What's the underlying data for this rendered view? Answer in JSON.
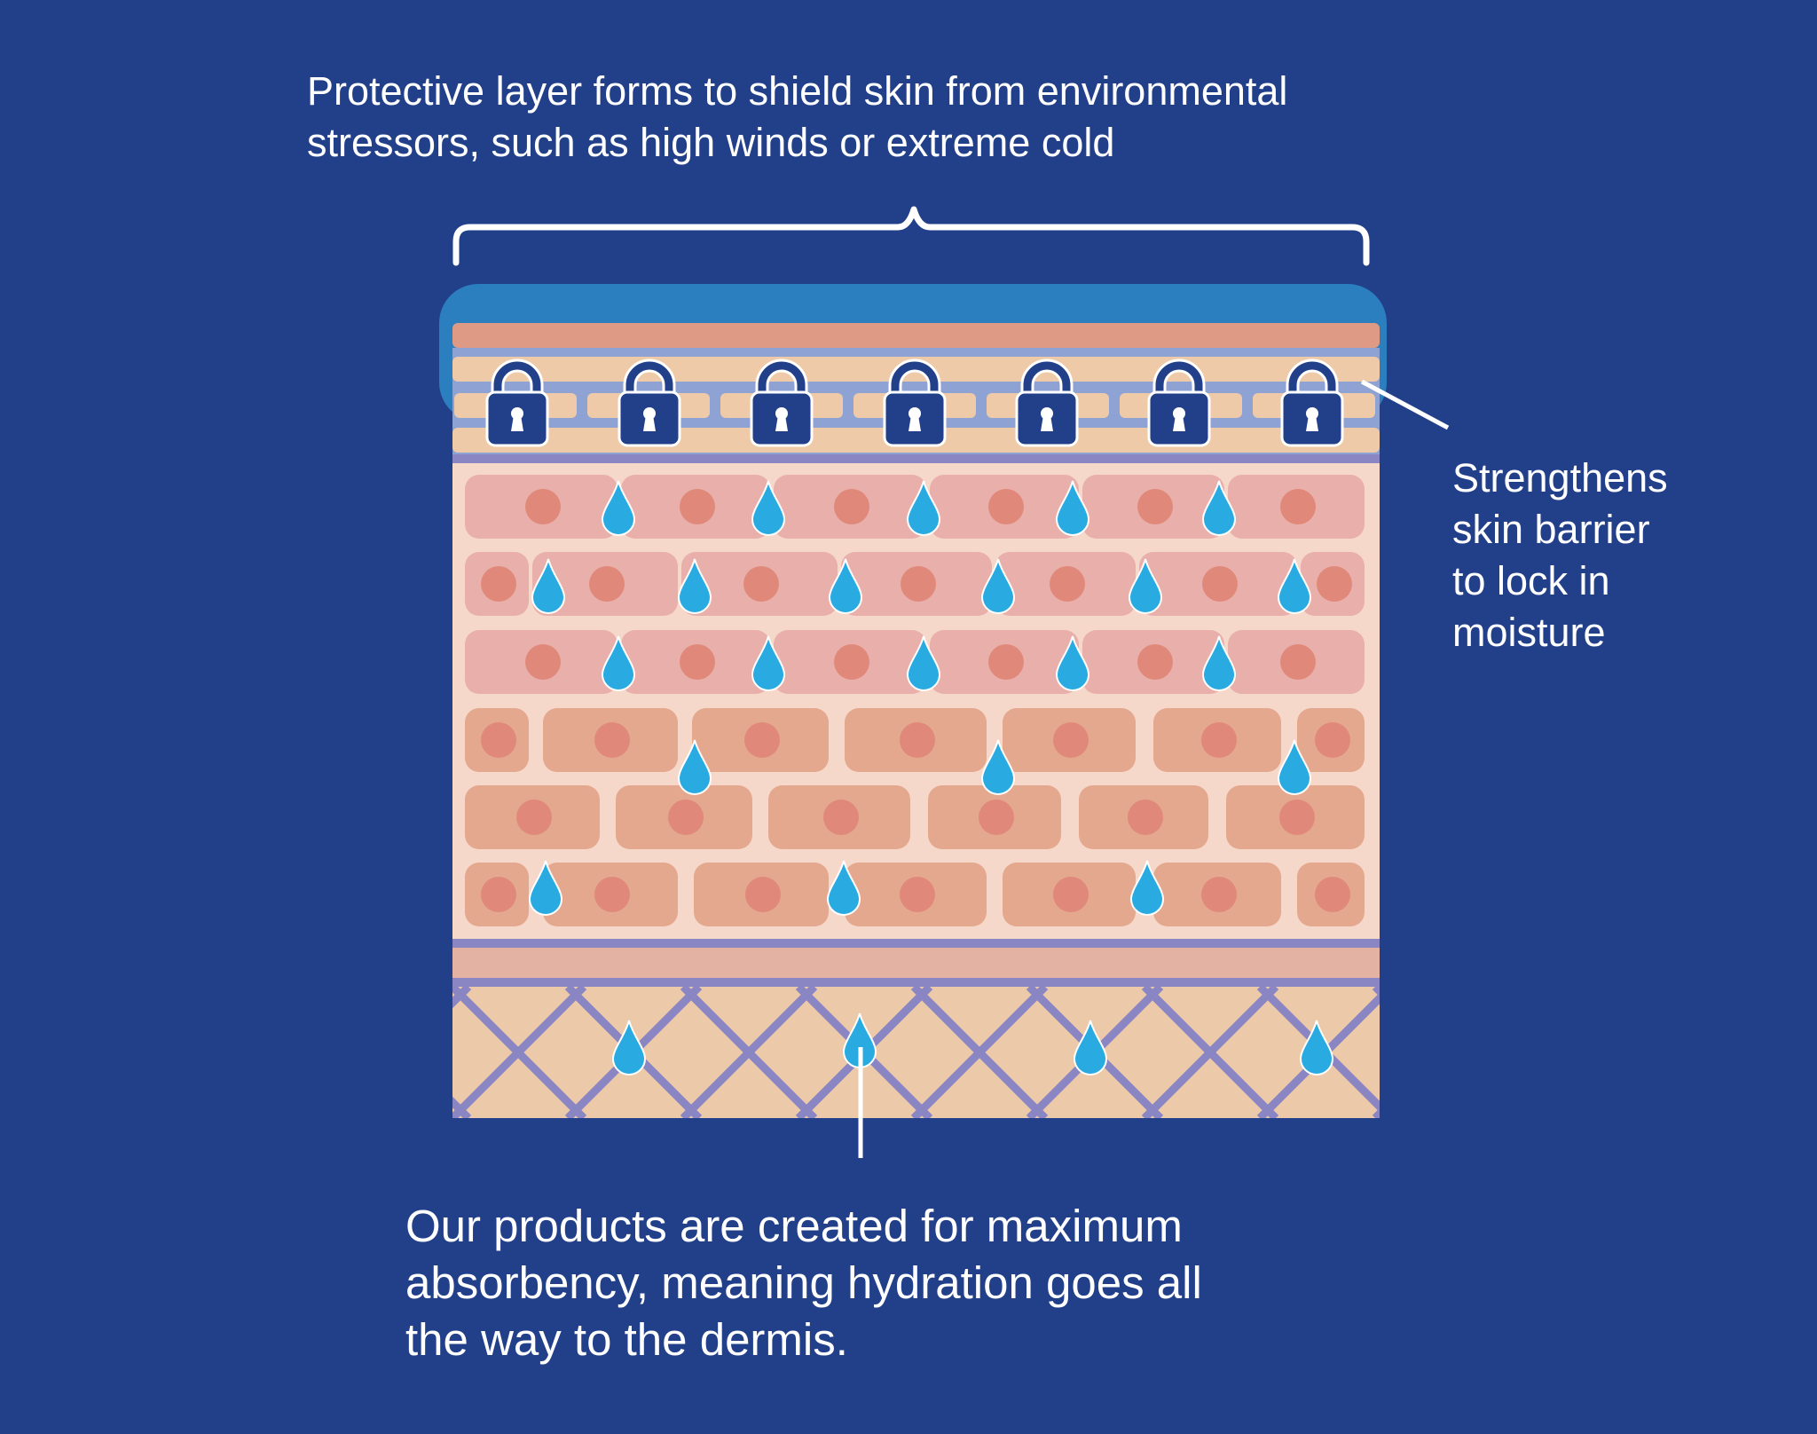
{
  "captions": {
    "top_line1": "Protective layer forms to shield skin from environmental",
    "top_line2": "stressors, such as high winds or extreme cold",
    "right_line1": "Strengthens",
    "right_line2": "skin barrier",
    "right_line3": "to lock in",
    "right_line4": "moisture",
    "bottom_line1": "Our products are created for maximum",
    "bottom_line2": "absorbency, meaning hydration goes all",
    "bottom_line3": "the way to the dermis."
  },
  "colors": {
    "background": "#223f8a",
    "protective_layer": "#2b7fbf",
    "lock": "#223f8a",
    "water_drop": "#29abe2",
    "skin_base": "#f6d8cb",
    "cell_pink": "#e9b0ab",
    "cell_salmon": "#e4a88e",
    "nucleus": "#e0897a",
    "dermis": "#ecc9a9",
    "dermis_lines": "#8a86c3"
  },
  "icons": {
    "lock": "padlock-icon",
    "drop": "water-drop-icon",
    "bracket": "curly-brace"
  }
}
